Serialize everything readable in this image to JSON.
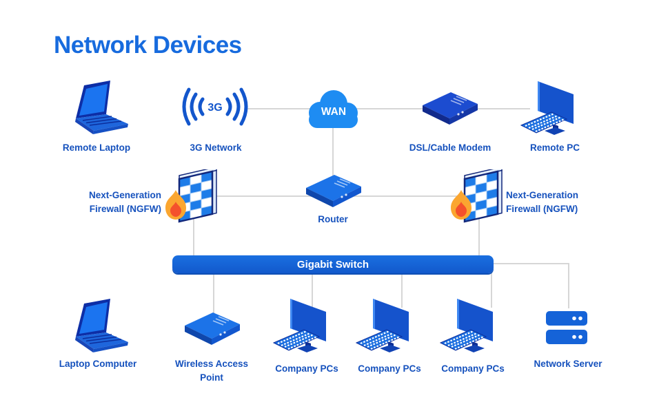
{
  "title": "Network Devices",
  "colors": {
    "title": "#176BDE",
    "label": "#1551BD",
    "connector": "#D6D6D6",
    "cloud_fill": "#1E8CF2",
    "switch_fill": "#1563D8",
    "device_blue": "#1C73E8",
    "device_dark_blue": "#1C4CD0",
    "firewall_brick_blue": "#1E7CE8",
    "flame_outer": "#FBA630",
    "flame_inner": "#F4512C"
  },
  "nodes": {
    "remote_laptop": {
      "label": "Remote Laptop"
    },
    "three_g_network": {
      "label": "3G Network",
      "icon_text": "3G"
    },
    "wan_cloud": {
      "label": "WAN"
    },
    "dsl_cable_modem": {
      "label": "DSL/Cable Modem"
    },
    "remote_pc": {
      "label": "Remote PC"
    },
    "ngfw_left": {
      "line1": "Next-Generation",
      "line2": "Firewall (NGFW)"
    },
    "router": {
      "label": "Router"
    },
    "ngfw_right": {
      "line1": "Next-Generation",
      "line2": "Firewall (NGFW)"
    },
    "gigabit_switch": {
      "label": "Gigabit Switch"
    },
    "laptop_computer": {
      "label": "Laptop Computer"
    },
    "wireless_access_point": {
      "line1": "Wireless Access",
      "line2": "Point"
    },
    "company_pcs_1": {
      "label": "Company PCs"
    },
    "company_pcs_2": {
      "label": "Company PCs"
    },
    "company_pcs_3": {
      "label": "Company PCs"
    },
    "network_server": {
      "label": "Network Server"
    }
  },
  "connections": [
    "3G Network - WAN",
    "WAN - DSL/Cable Modem",
    "DSL/Cable Modem - Remote PC",
    "WAN - Router",
    "NGFW left - Router",
    "Router - NGFW right",
    "NGFW left - Gigabit Switch",
    "NGFW right - Gigabit Switch",
    "Gigabit Switch - Wireless Access Point",
    "Gigabit Switch - Company PCs (x3)",
    "Gigabit Switch - Network Server"
  ]
}
